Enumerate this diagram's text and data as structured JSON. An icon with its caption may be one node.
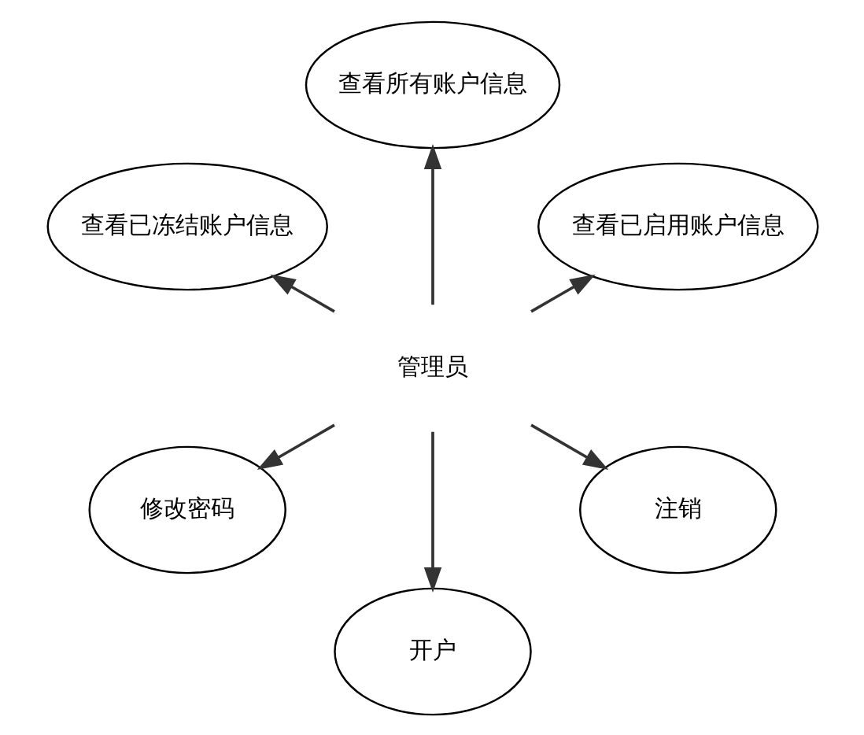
{
  "diagram": {
    "nodes": [
      {
        "text": [
          "管理员"
        ]
      },
      {
        "text": [
          "查看已启用账户信息"
        ]
      },
      {
        "text": [
          "查看所有账户信息"
        ]
      },
      {
        "text": [
          "查看已冻结账户信息"
        ]
      },
      {
        "text": [
          "修改密码"
        ]
      },
      {
        "text": [
          "开户"
        ]
      },
      {
        "text": [
          "注销"
        ]
      }
    ],
    "edges": [
      {
        "from": 0,
        "to": 1,
        "arrow": "to"
      },
      {
        "from": 0,
        "to": 2,
        "arrow": "to"
      },
      {
        "from": 0,
        "to": 3,
        "arrow": "to"
      },
      {
        "from": 0,
        "to": 4,
        "arrow": "to"
      },
      {
        "from": 0,
        "to": 5,
        "arrow": "to"
      },
      {
        "from": 0,
        "to": 6,
        "arrow": "to"
      }
    ]
  }
}
